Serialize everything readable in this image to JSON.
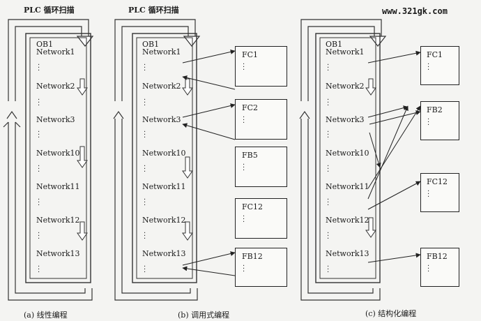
{
  "watermark": "www.321gk.com",
  "panels": [
    {
      "title": "PLC 循环扫描",
      "caption": "(a) 线性编程",
      "ob": "OB1",
      "networks": [
        "Network1",
        "Network2",
        "Network3",
        "Network10",
        "Network11",
        "Network12",
        "Network13"
      ]
    },
    {
      "title": "PLC 循环扫描",
      "caption": "(b) 调用式编程",
      "ob": "OB1",
      "networks": [
        "Network1",
        "Network2",
        "Network3",
        "Network10",
        "Network11",
        "Network12",
        "Network13"
      ],
      "blocks": [
        "FC1",
        "FC2",
        "FB5",
        "FC12",
        "FB12"
      ]
    },
    {
      "caption": "(c) 结构化编程",
      "ob": "OB1",
      "networks": [
        "Network1",
        "Network2",
        "Network3",
        "Network10",
        "Network11",
        "Network12",
        "Network13"
      ],
      "blocks": [
        "FC1",
        "FB2",
        "FC12",
        "FB12"
      ]
    }
  ]
}
